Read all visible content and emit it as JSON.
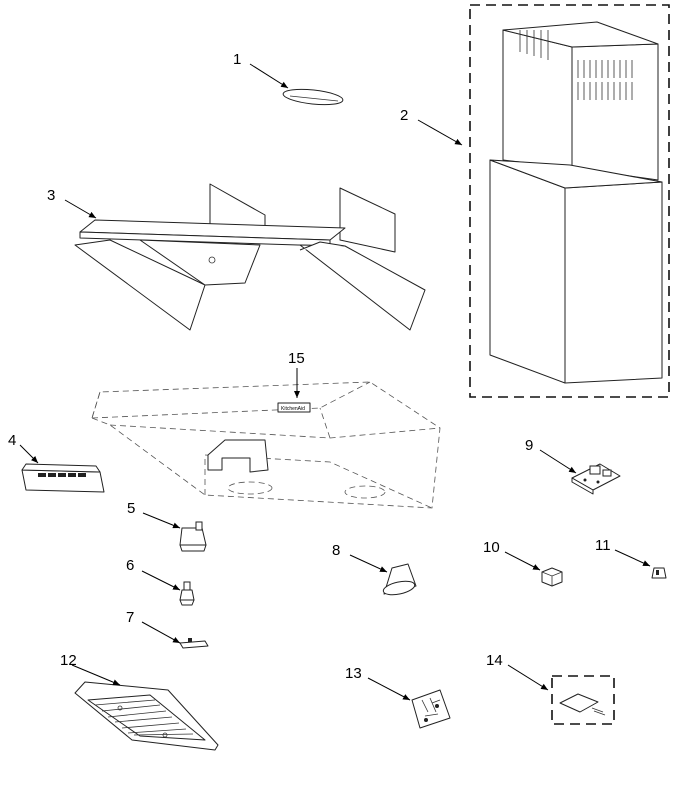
{
  "callouts": [
    {
      "id": "1",
      "label": "1"
    },
    {
      "id": "2",
      "label": "2"
    },
    {
      "id": "3",
      "label": "3"
    },
    {
      "id": "4",
      "label": "4"
    },
    {
      "id": "5",
      "label": "5"
    },
    {
      "id": "6",
      "label": "6"
    },
    {
      "id": "7",
      "label": "7"
    },
    {
      "id": "8",
      "label": "8"
    },
    {
      "id": "9",
      "label": "9"
    },
    {
      "id": "10",
      "label": "10"
    },
    {
      "id": "11",
      "label": "11"
    },
    {
      "id": "12",
      "label": "12"
    },
    {
      "id": "13",
      "label": "13"
    },
    {
      "id": "14",
      "label": "14"
    },
    {
      "id": "15",
      "label": "15"
    }
  ],
  "badge_text": "KitchenAid"
}
